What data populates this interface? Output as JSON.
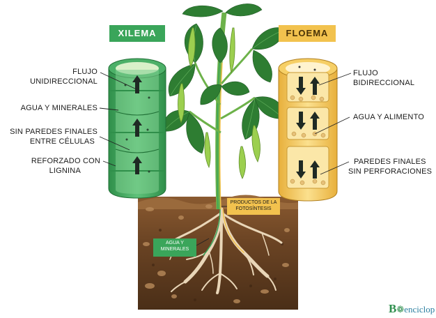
{
  "headers": {
    "xylem": "XILEMA",
    "phloem": "FLOEMA"
  },
  "xylem_labels": [
    "FLUJO UNIDIRECCIONAL",
    "AGUA Y MINERALES",
    "SIN PAREDES FINALES",
    "ENTRE CÉLULAS",
    "REFORZADO CON",
    "LIGNINA"
  ],
  "phloem_labels": [
    "FLUJO BIDIRECCIONAL",
    "AGUA Y ALIMENTO",
    "PAREDES FINALES",
    "SIN PERFORACIONES"
  ],
  "tags": {
    "photosynthesis_l1": "PRODUCTOS DE LA",
    "photosynthesis_l2": "FOTOSÍNTESIS",
    "water_l1": "AGUA Y",
    "water_l2": "MINERALES"
  },
  "logo": {
    "initial": "B",
    "rest": "enciclop"
  },
  "colors": {
    "xylem_green": "#3aa55a",
    "phloem_yellow": "#f2c24e",
    "soil_brown": "#6b4424",
    "leaf_green": "#2e7d32"
  }
}
